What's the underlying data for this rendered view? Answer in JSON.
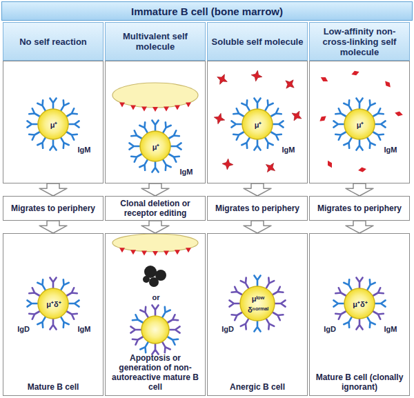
{
  "diagram": {
    "title": "Immature B cell (bone marrow)",
    "nodes": [
      {
        "text": [
          "No self reaction"
        ]
      },
      {
        "text": [
          "Multivalent self molecule"
        ]
      },
      {
        "text": [
          "Soluble self molecule"
        ]
      },
      {
        "text": [
          "Low-affinity non-cross-linking self molecule"
        ]
      },
      {
        "text": [
          "μ⁺",
          "IgM"
        ]
      },
      {
        "text": [
          "μ⁺",
          "IgM"
        ]
      },
      {
        "text": [
          "μ⁺",
          "IgM"
        ]
      },
      {
        "text": [
          "μ⁺",
          "IgM"
        ]
      },
      {
        "text": [
          "Migrates to periphery"
        ]
      },
      {
        "text": [
          "Clonal deletion or receptor editing"
        ]
      },
      {
        "text": [
          "Migrates to periphery"
        ]
      },
      {
        "text": [
          "Migrates to periphery"
        ]
      },
      {
        "text": [
          "μ⁺δ⁺",
          "IgD",
          "IgM",
          "Mature B cell"
        ]
      },
      {
        "text": [
          "or",
          "Apoptosis or generation of non-autoreactive mature B cell"
        ]
      },
      {
        "text": [
          "μˡᵒʷ",
          "δⁿᵒʳᵐᵃˡ",
          "IgD",
          "Anergic B cell"
        ]
      },
      {
        "text": [
          "μ⁺δ⁺",
          "IgD",
          "IgM",
          "Mature B cell (clonally ignorant)"
        ]
      }
    ],
    "edges": [
      {
        "from": 4,
        "to": 8,
        "arrow": "to"
      },
      {
        "from": 5,
        "to": 9,
        "arrow": "to"
      },
      {
        "from": 6,
        "to": 10,
        "arrow": "to"
      },
      {
        "from": 7,
        "to": 11,
        "arrow": "to"
      },
      {
        "from": 8,
        "to": 12,
        "arrow": "to"
      },
      {
        "from": 9,
        "to": 13,
        "arrow": "to"
      },
      {
        "from": 10,
        "to": 14,
        "arrow": "to"
      },
      {
        "from": 11,
        "to": 15,
        "arrow": "to"
      }
    ]
  }
}
